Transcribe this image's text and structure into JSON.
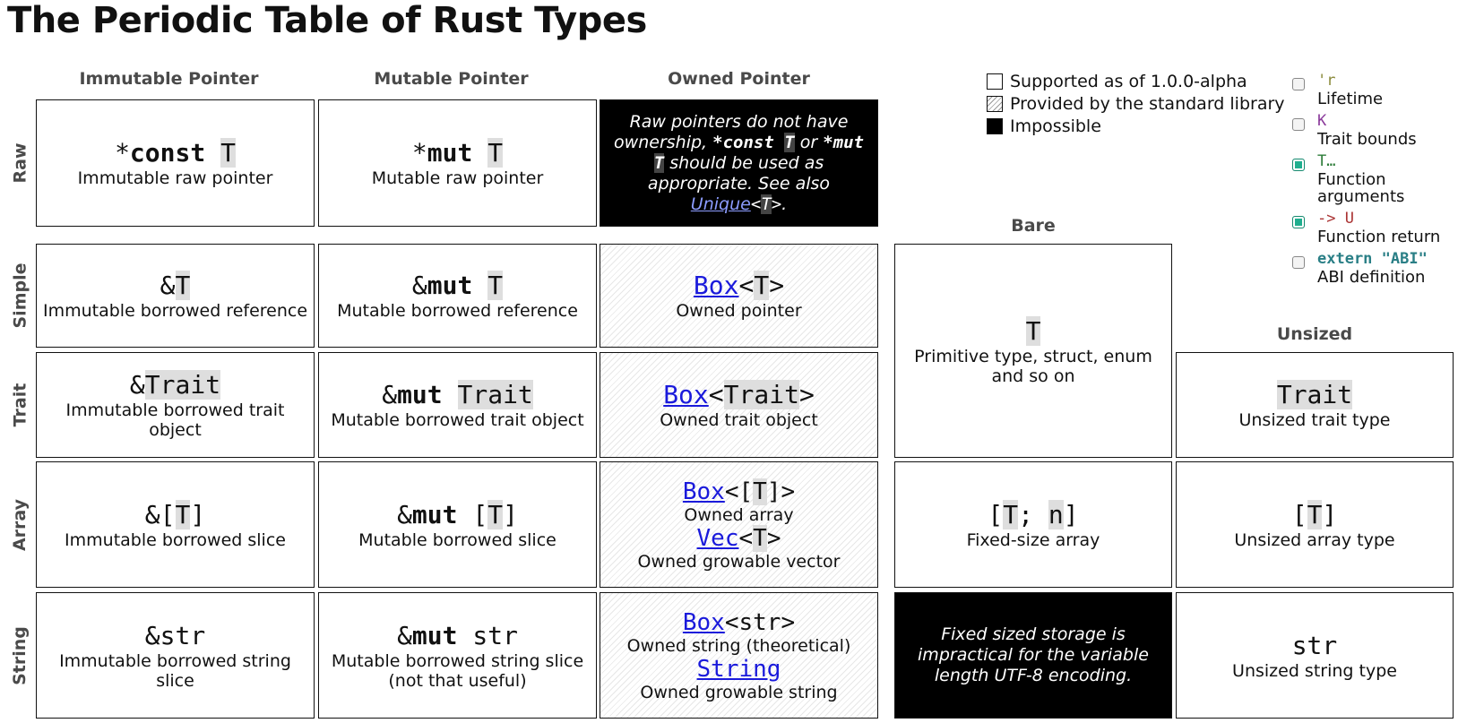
{
  "title": "The Periodic Table of Rust Types",
  "columns": {
    "immutable": "Immutable Pointer",
    "mutable": "Mutable Pointer",
    "owned": "Owned Pointer",
    "bare": "Bare",
    "unsized": "Unsized"
  },
  "rows": {
    "raw": "Raw",
    "simple": "Simple",
    "trait": "Trait",
    "array": "Array",
    "string": "String"
  },
  "legend": {
    "supported": "Supported as of 1.0.0-alpha",
    "stdlib": "Provided by the standard library",
    "impossible": "Impossible"
  },
  "options": [
    {
      "sample": "'r",
      "label": "Lifetime",
      "checked": false,
      "icon": "checkbox"
    },
    {
      "sample": "K",
      "label": "Trait bounds",
      "checked": false,
      "icon": "checkbox"
    },
    {
      "sample": "T…",
      "label": "Function arguments",
      "checked": true,
      "icon": "checkbox"
    },
    {
      "sample": "-> U",
      "label": "Function return",
      "checked": true,
      "icon": "checkbox"
    },
    {
      "sample": "extern \"ABI\"",
      "label": "ABI definition",
      "checked": false,
      "icon": "checkbox"
    }
  ],
  "cells": {
    "raw_imm": {
      "desc": "Immutable raw pointer"
    },
    "raw_mut": {
      "desc": "Mutable raw pointer"
    },
    "raw_owned": {
      "text1": "Raw pointers do not have ownership,",
      "text2": "or",
      "text3": "should be used as appropriate. See also",
      "link": "Unique"
    },
    "simple_imm": {
      "desc": "Immutable borrowed reference"
    },
    "simple_mut": {
      "desc": "Mutable borrowed reference"
    },
    "simple_owned": {
      "link": "Box",
      "desc": "Owned pointer"
    },
    "trait_imm": {
      "desc": "Immutable borrowed trait object"
    },
    "trait_mut": {
      "desc": "Mutable borrowed trait object"
    },
    "trait_owned": {
      "link": "Box",
      "desc": "Owned trait object"
    },
    "array_imm": {
      "desc": "Immutable borrowed slice"
    },
    "array_mut": {
      "desc": "Mutable borrowed slice"
    },
    "array_owned": {
      "link1": "Box",
      "desc1": "Owned array",
      "link2": "Vec",
      "desc2": "Owned growable vector"
    },
    "string_imm": {
      "desc": "Immutable borrowed string slice"
    },
    "string_mut": {
      "desc": "Mutable borrowed string slice (not that useful)"
    },
    "string_owned": {
      "link1": "Box",
      "desc1": "Owned string (theoretical)",
      "link2": "String",
      "desc2": "Owned growable string"
    },
    "bare_simple": {
      "desc": "Primitive type, struct, enum and so on"
    },
    "bare_array": {
      "desc": "Fixed-size array"
    },
    "bare_string": {
      "text": "Fixed sized storage is impractical for the variable length UTF-8 encoding."
    },
    "unsized_trait": {
      "desc": "Unsized trait type"
    },
    "unsized_array": {
      "desc": "Unsized array type"
    },
    "unsized_string": {
      "desc": "Unsized string type"
    }
  },
  "colors": {
    "stdlib_link": "#1a1adb",
    "checked": "#1fae8e",
    "highlight": "#dedede"
  }
}
